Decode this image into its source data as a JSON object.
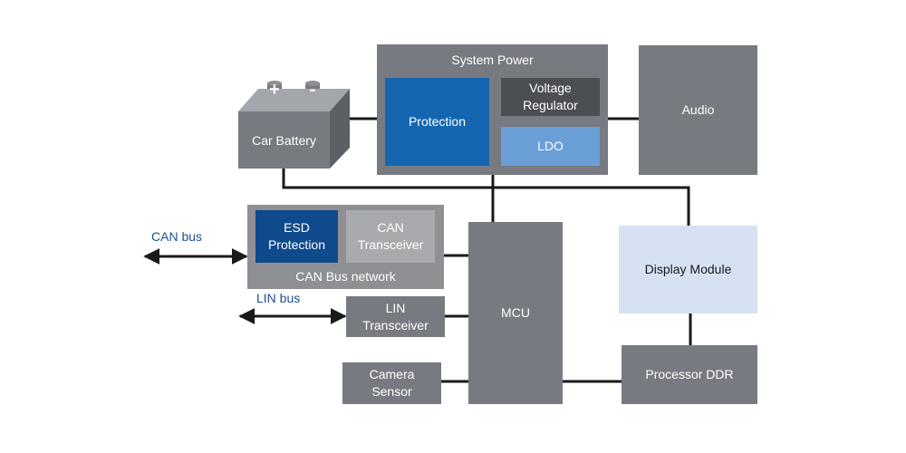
{
  "diagram": {
    "blocks": {
      "car_battery": "Car Battery",
      "system_power": "System Power",
      "protection": "Protection",
      "voltage_regulator": "Voltage\nRegulator",
      "ldo": "LDO",
      "audio": "Audio",
      "can_bus_network": "CAN Bus network",
      "esd_protection": "ESD\nProtection",
      "can_transceiver": "CAN\nTransceiver",
      "lin_transceiver": "LIN\nTransceiver",
      "mcu": "MCU",
      "display_module": "Display Module",
      "processor_ddr": "Processor DDR",
      "camera_sensor": "Camera\nSensor"
    },
    "bus_labels": {
      "can_bus": "CAN bus",
      "lin_bus": "LIN bus"
    },
    "battery_terminals": {
      "positive": "+",
      "negative": "-"
    },
    "colors": {
      "block_gray": "#777a80",
      "can_group_gray": "#8e9094",
      "protection_blue": "#1466b0",
      "esd_dark_blue": "#0f4a8c",
      "ldo_light_blue": "#6a9fd8",
      "voltage_regulator_dark": "#4b4e52",
      "can_transceiver_gray": "#a8aaad",
      "display_pale_blue": "#d6e1f1",
      "bus_label_blue": "#1d4f91",
      "wire": "#1a1a1a"
    }
  }
}
